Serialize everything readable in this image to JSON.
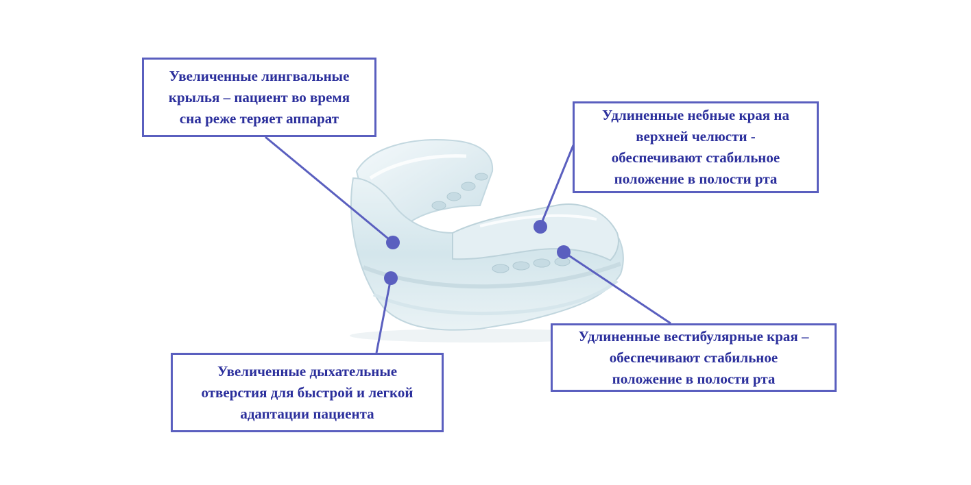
{
  "colors": {
    "accent": "#5a5fbf",
    "text": "#2b2f9c",
    "marker": "#5a5fbf",
    "mouthguard": "#dbeaf0"
  },
  "image": {
    "icon": "mouthguard-illustration"
  },
  "callouts": [
    {
      "id": "lingual-wings",
      "lines": [
        "Увеличенные лингвальные",
        "крылья – пациент во время",
        "сна реже теряет аппарат"
      ]
    },
    {
      "id": "palatal-edges",
      "lines": [
        "Удлиненные небные края на",
        "верхней челюсти -",
        "обеспечивают стабильное",
        "положение в полости рта"
      ]
    },
    {
      "id": "breathing-holes",
      "lines": [
        "Увеличенные дыхательные",
        "отверстия для быстрой и легкой",
        "адаптации пациента"
      ]
    },
    {
      "id": "vestibular-edges",
      "lines": [
        "Удлиненные вестибулярные края –",
        "обеспечивают стабильное",
        "положение в полости рта"
      ]
    }
  ]
}
